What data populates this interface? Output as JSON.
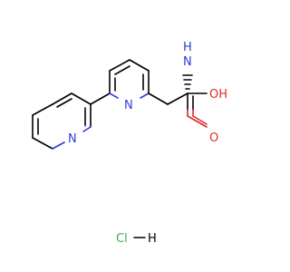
{
  "molecule": {
    "atoms": {
      "n_bipy_left": "N",
      "n_bipy_right": "N",
      "amino_n": "N",
      "amino_h": "H",
      "hydroxyl": "OH",
      "carbonyl_o": "O",
      "chlorine": "Cl",
      "hcl_h": "H"
    },
    "colors": {
      "nitrogen": "#2f3ad4",
      "oxygen": "#e02a2a",
      "chlorine": "#31b34a",
      "carbon_bond": "#000000"
    }
  }
}
